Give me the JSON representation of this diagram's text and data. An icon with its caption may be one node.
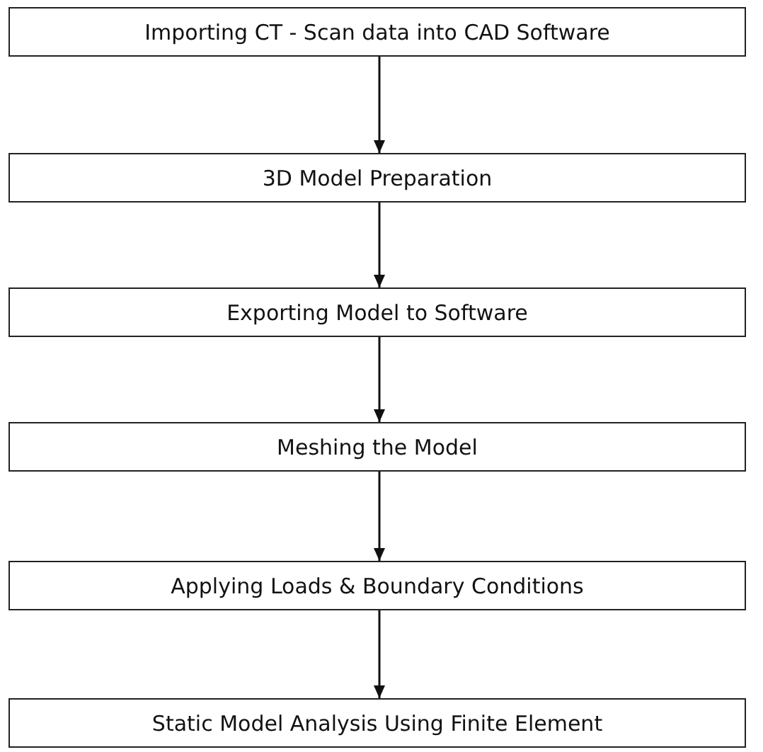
{
  "diagram": {
    "nodes": [
      {
        "text": [
          "Importing CT - Scan data into CAD Software"
        ]
      },
      {
        "text": [
          "3D Model Preparation"
        ]
      },
      {
        "text": [
          "Exporting Model to Software"
        ]
      },
      {
        "text": [
          "Meshing the Model"
        ]
      },
      {
        "text": [
          "Applying Loads & Boundary Conditions"
        ]
      },
      {
        "text": [
          "Static Model Analysis Using Finite Element"
        ]
      }
    ],
    "edges": [
      {
        "from": 0,
        "to": 1,
        "arrow": "to"
      },
      {
        "from": 1,
        "to": 2,
        "arrow": "to"
      },
      {
        "from": 2,
        "to": 3,
        "arrow": "to"
      },
      {
        "from": 3,
        "to": 4,
        "arrow": "to"
      },
      {
        "from": 4,
        "to": 5,
        "arrow": "to"
      }
    ]
  }
}
